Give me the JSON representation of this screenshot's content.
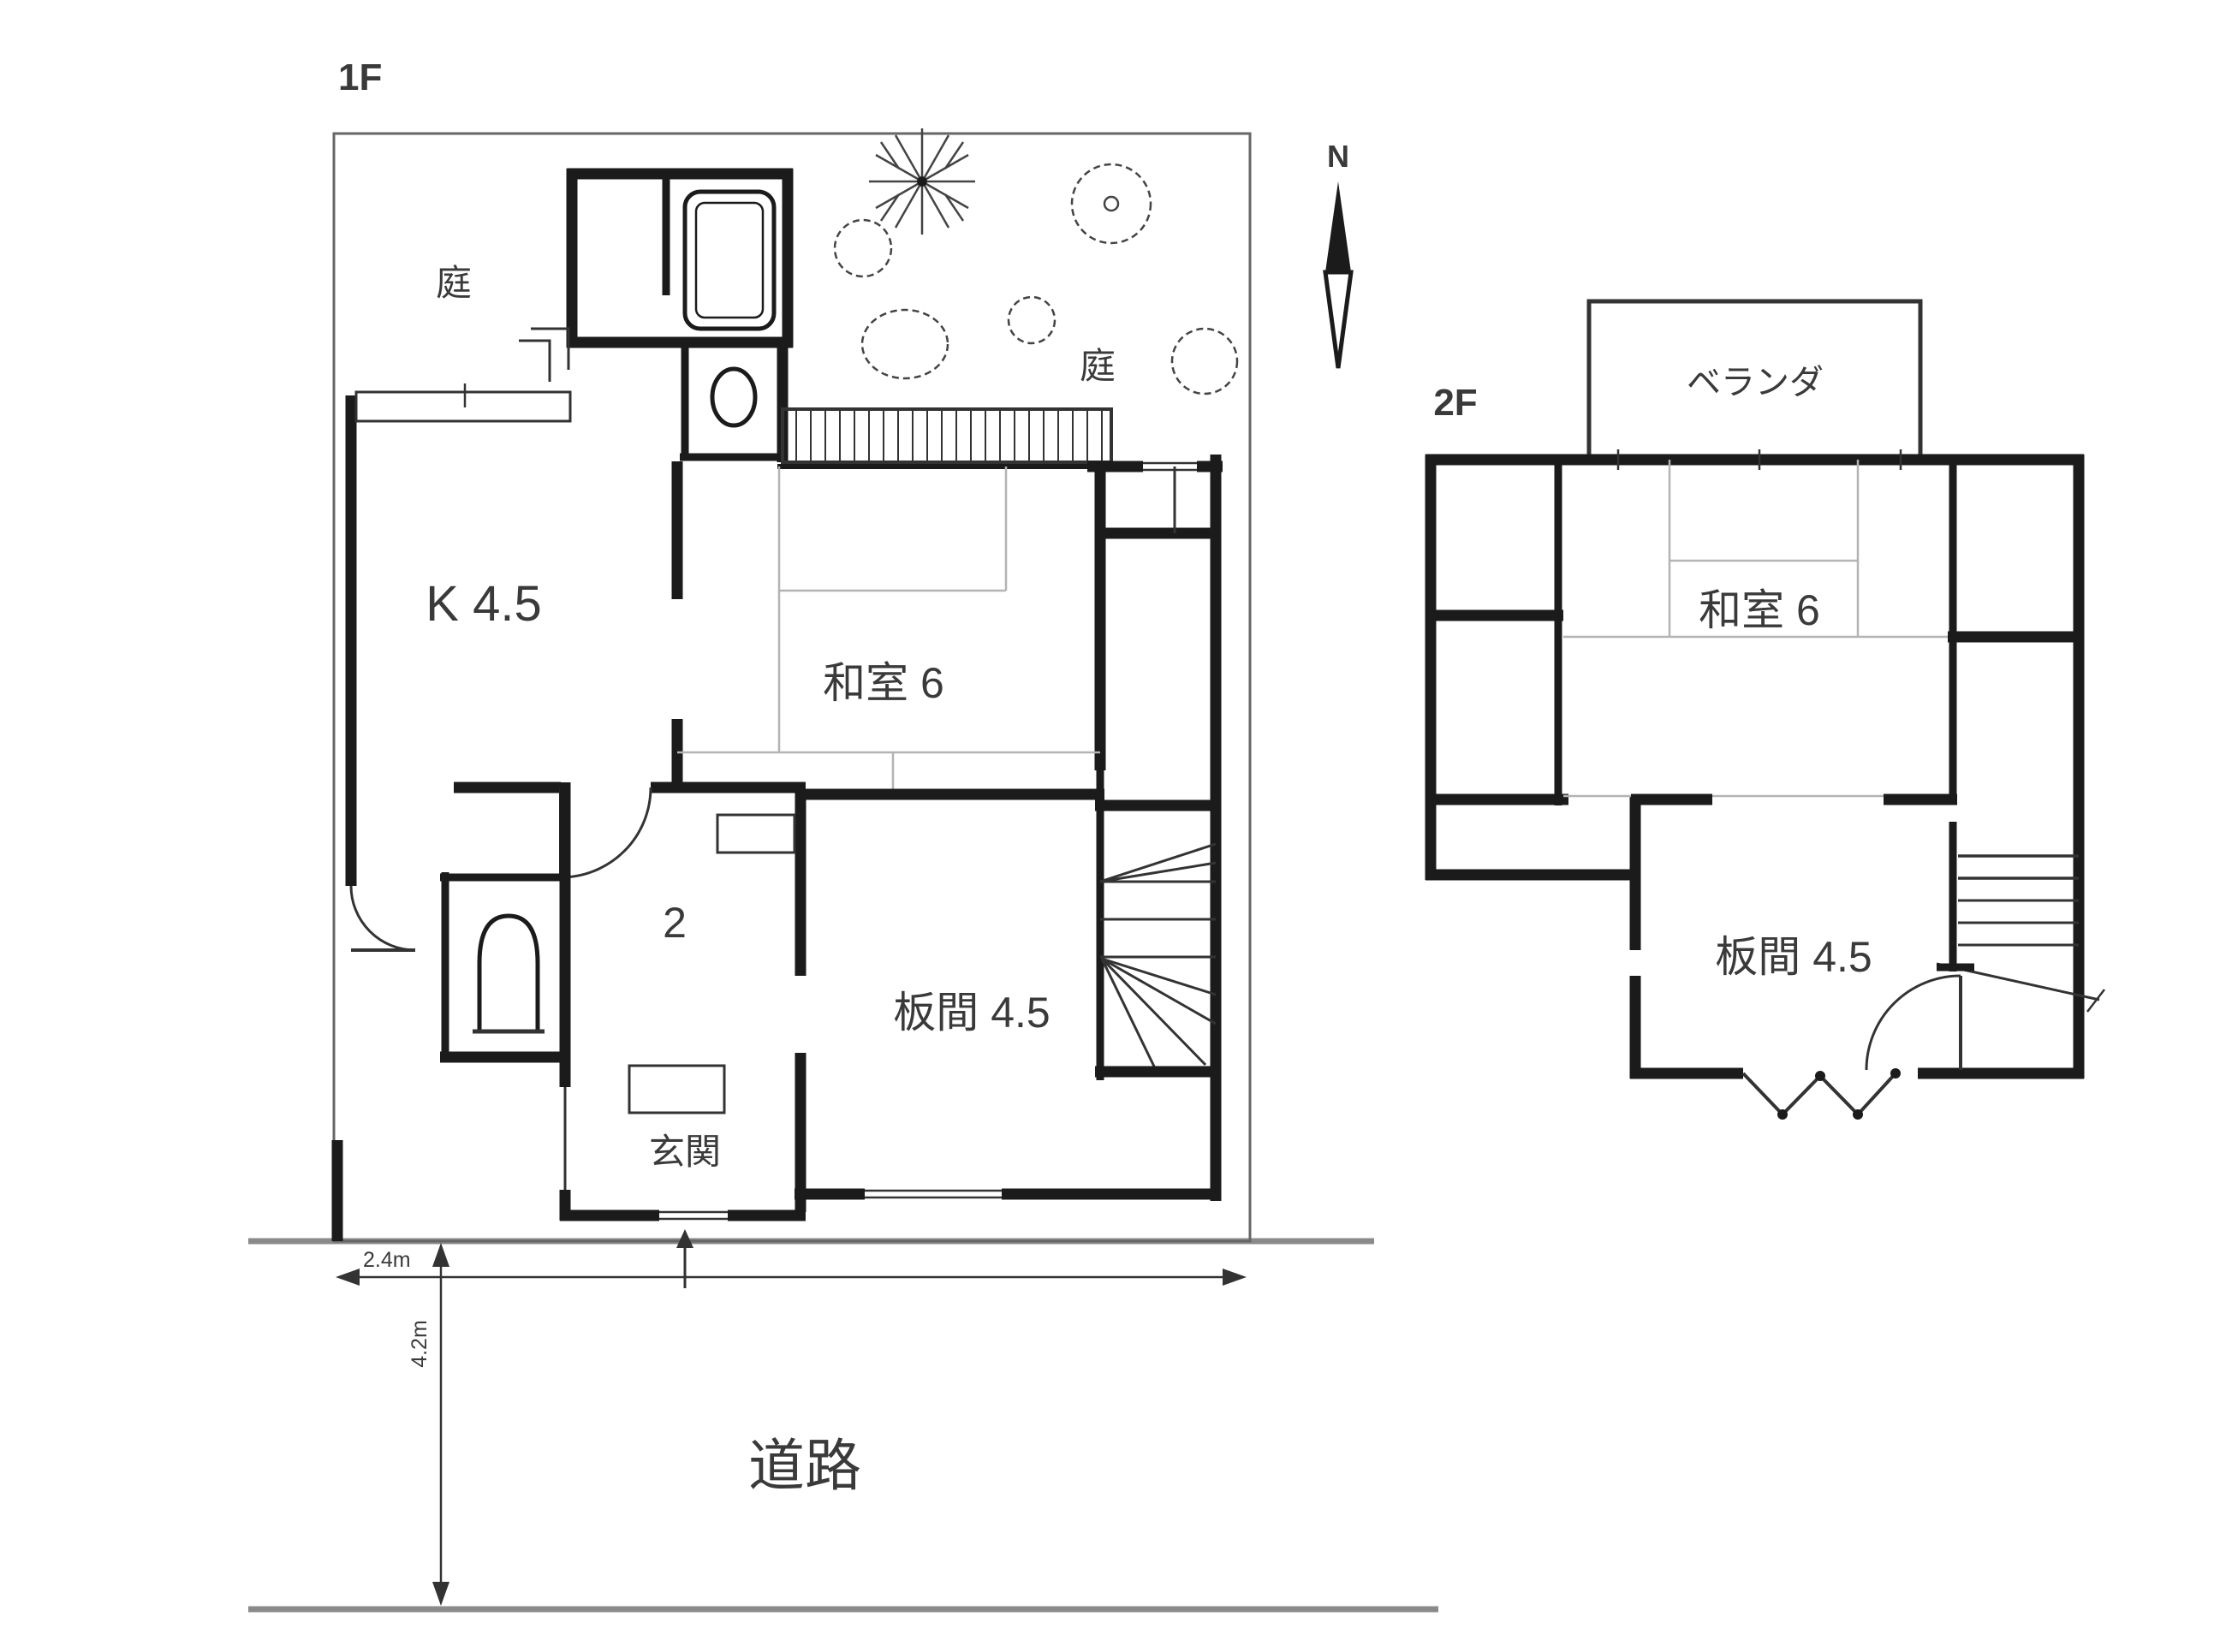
{
  "floor1": {
    "label": "1F",
    "garden_left": "庭",
    "garden_right": "庭",
    "kitchen": "K 4.5",
    "washitsu": "和室 6",
    "room2": "2",
    "itanoma": "板間 4.5",
    "genkan": "玄関"
  },
  "floor2": {
    "label": "2F",
    "veranda": "ベランダ",
    "washitsu": "和室 6",
    "itanoma": "板間 4.5"
  },
  "compass": {
    "north": "N"
  },
  "road": {
    "label": "道路"
  },
  "dimensions": {
    "frontage": "2.4m",
    "depth": "4.2m"
  },
  "colors": {
    "wall": "#1b1b1b",
    "road": "#8a8a8a",
    "tatami_line": "#b3b3b3"
  }
}
